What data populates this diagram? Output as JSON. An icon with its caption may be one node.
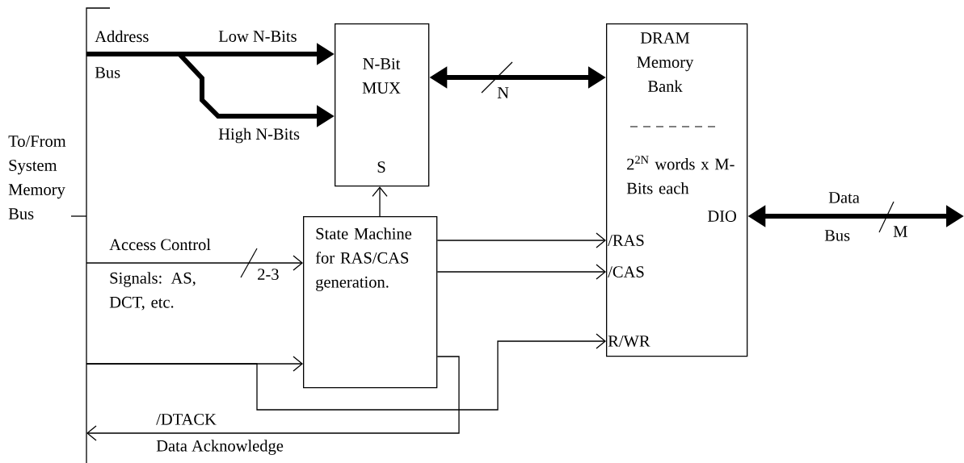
{
  "diagram": {
    "nodes": [
      {
        "text": [
          "To/From System Memory Bus"
        ]
      },
      {
        "text": [
          "N-Bit MUX",
          "S"
        ]
      },
      {
        "text": [
          "DRAM Memory Bank",
          "2$^{2N}$ words x M-Bits each",
          "DIO",
          "/RAS",
          "/CAS",
          "R/WR"
        ]
      },
      {
        "text": [
          "State Machine for RAS/CAS generation."
        ]
      }
    ],
    "edges": [
      {
        "from": 0,
        "to": 1,
        "arrow": "to",
        "style": "thick",
        "label": "Low N-Bits"
      },
      {
        "from": 0,
        "to": 1,
        "arrow": "to",
        "style": "thick",
        "label": "High N-Bits"
      },
      {
        "from": 1,
        "to": 2,
        "arrow": "both",
        "style": "thick",
        "label": "N"
      },
      {
        "from": 2,
        "to": null,
        "arrow": "both",
        "style": "thick",
        "label": "M"
      },
      {
        "from": 3,
        "to": 1,
        "arrow": "to"
      },
      {
        "from": 0,
        "to": 3,
        "arrow": "to",
        "label": "2-3"
      },
      {
        "from": 3,
        "to": 2,
        "arrow": "to"
      },
      {
        "from": 3,
        "to": 2,
        "arrow": "to"
      },
      {
        "from": 0,
        "to": 3,
        "arrow": "to"
      },
      {
        "from": 0,
        "to": 2,
        "arrow": "to"
      },
      {
        "from": 3,
        "to": 0,
        "arrow": "to",
        "label": "/DTACK"
      }
    ],
    "labels": [
      "Address",
      "Bus",
      "Access Control",
      "Signals: AS, DCT, etc.",
      "Data",
      "Bus",
      "Data Acknowledge"
    ]
  }
}
